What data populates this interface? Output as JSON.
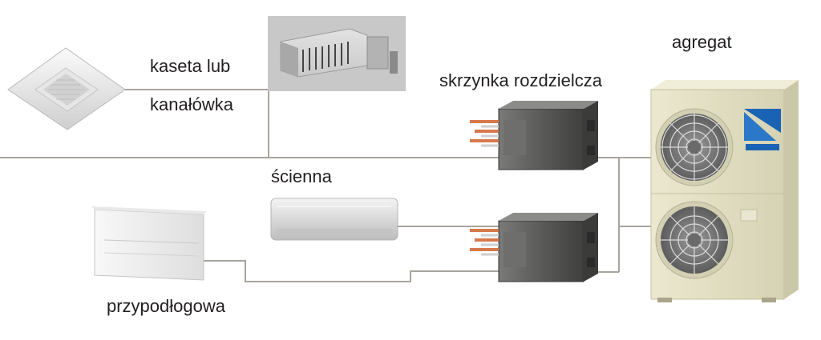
{
  "labels": {
    "cassette": "kaseta lub",
    "ducted": "kanałówka",
    "wall": "ścienna",
    "floor": "przypodłogowa",
    "branch_box": "skrzynka rozdzielcza",
    "outdoor": "agregat"
  },
  "colors": {
    "pipe": "#a8a59c",
    "unit_white": "#eeeeee",
    "branch_box_body": "#5d5d5b",
    "outdoor_body": "#e4e0c4",
    "fan": "#7f7f7f",
    "logo": "#1a63b4"
  },
  "icons": {
    "cassette": "cassette-unit-icon",
    "ducted": "ducted-unit-icon",
    "wall": "wall-unit-icon",
    "floor": "floor-unit-icon",
    "branch_box": "branch-box-icon",
    "outdoor": "outdoor-unit-icon"
  }
}
